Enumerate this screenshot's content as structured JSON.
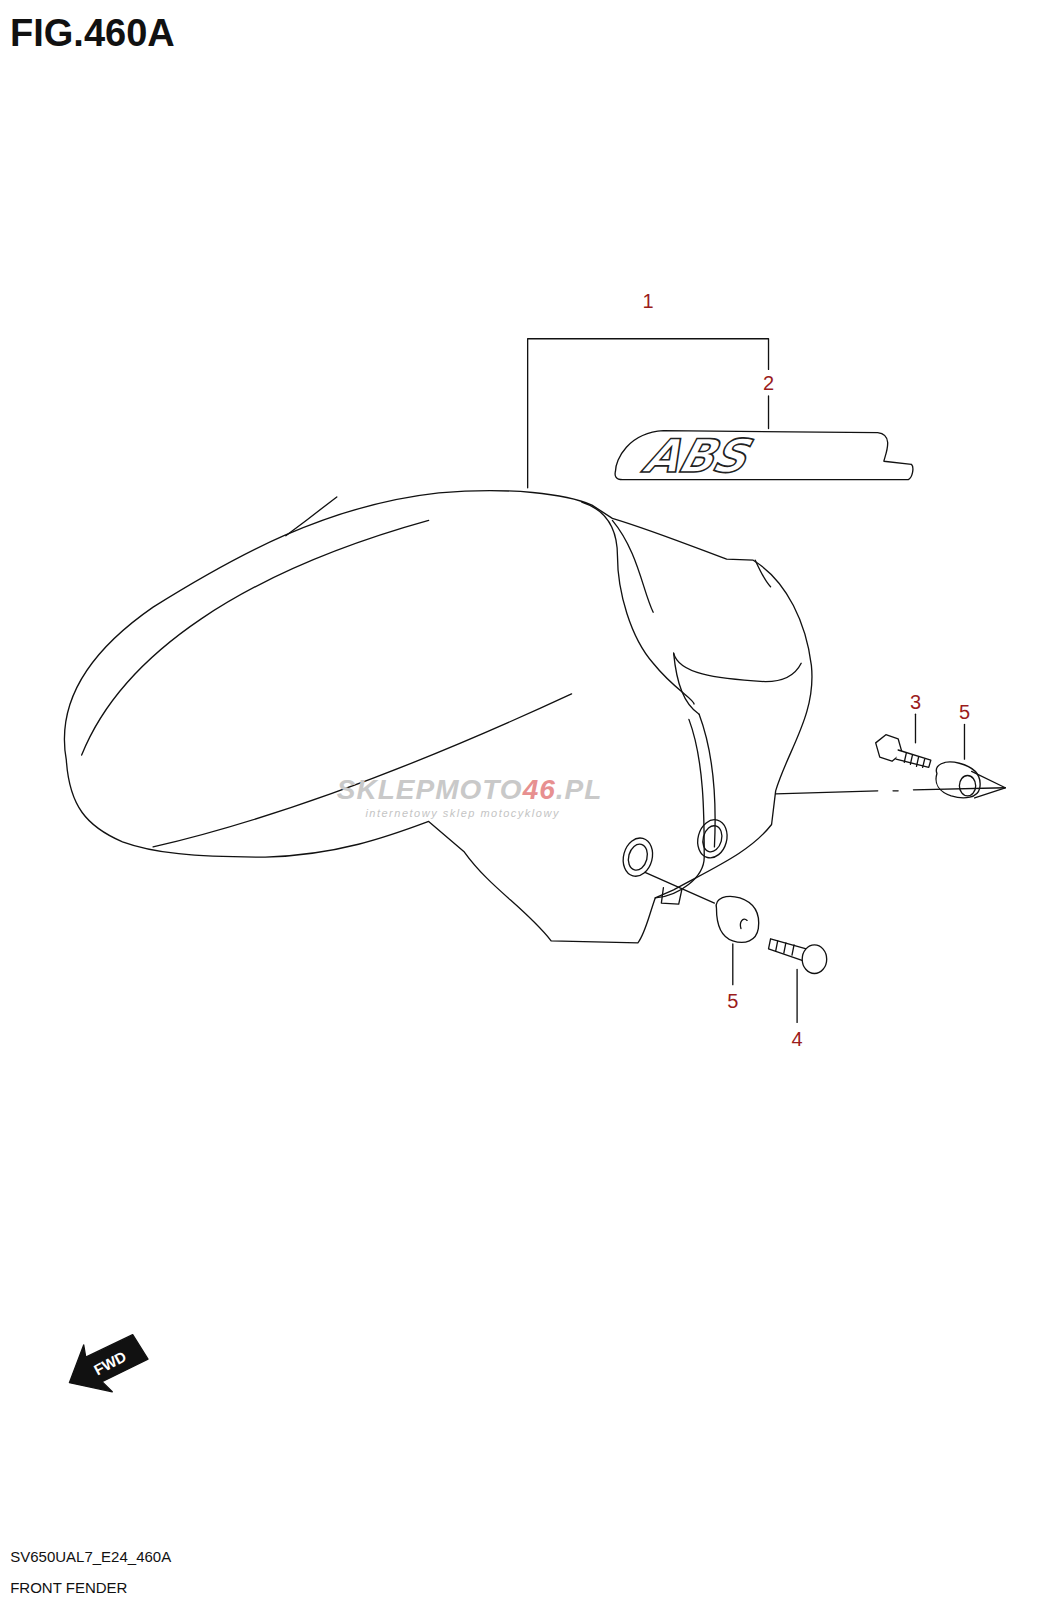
{
  "diagram": {
    "title": "FIG.460A",
    "labels": [
      "1",
      "2",
      "3",
      "5",
      "5",
      "4",
      "ABS",
      "SKLEPMOTO",
      "46",
      ".PL",
      "internetowy sklep motocyklowy",
      "FWD",
      "SV650UAL7_E24_460A",
      "FRONT FENDER"
    ]
  }
}
